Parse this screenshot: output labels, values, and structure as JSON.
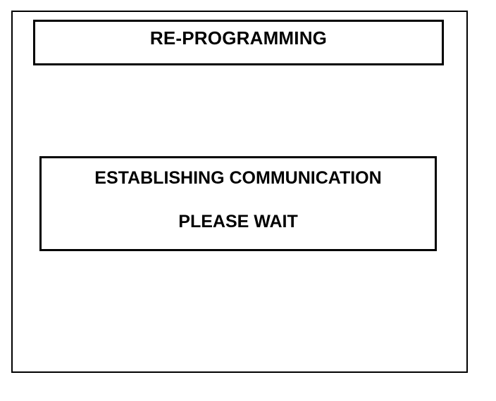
{
  "header": {
    "title": "RE-PROGRAMMING"
  },
  "status": {
    "message": "ESTABLISHING COMMUNICATION",
    "instruction": "PLEASE WAIT"
  }
}
